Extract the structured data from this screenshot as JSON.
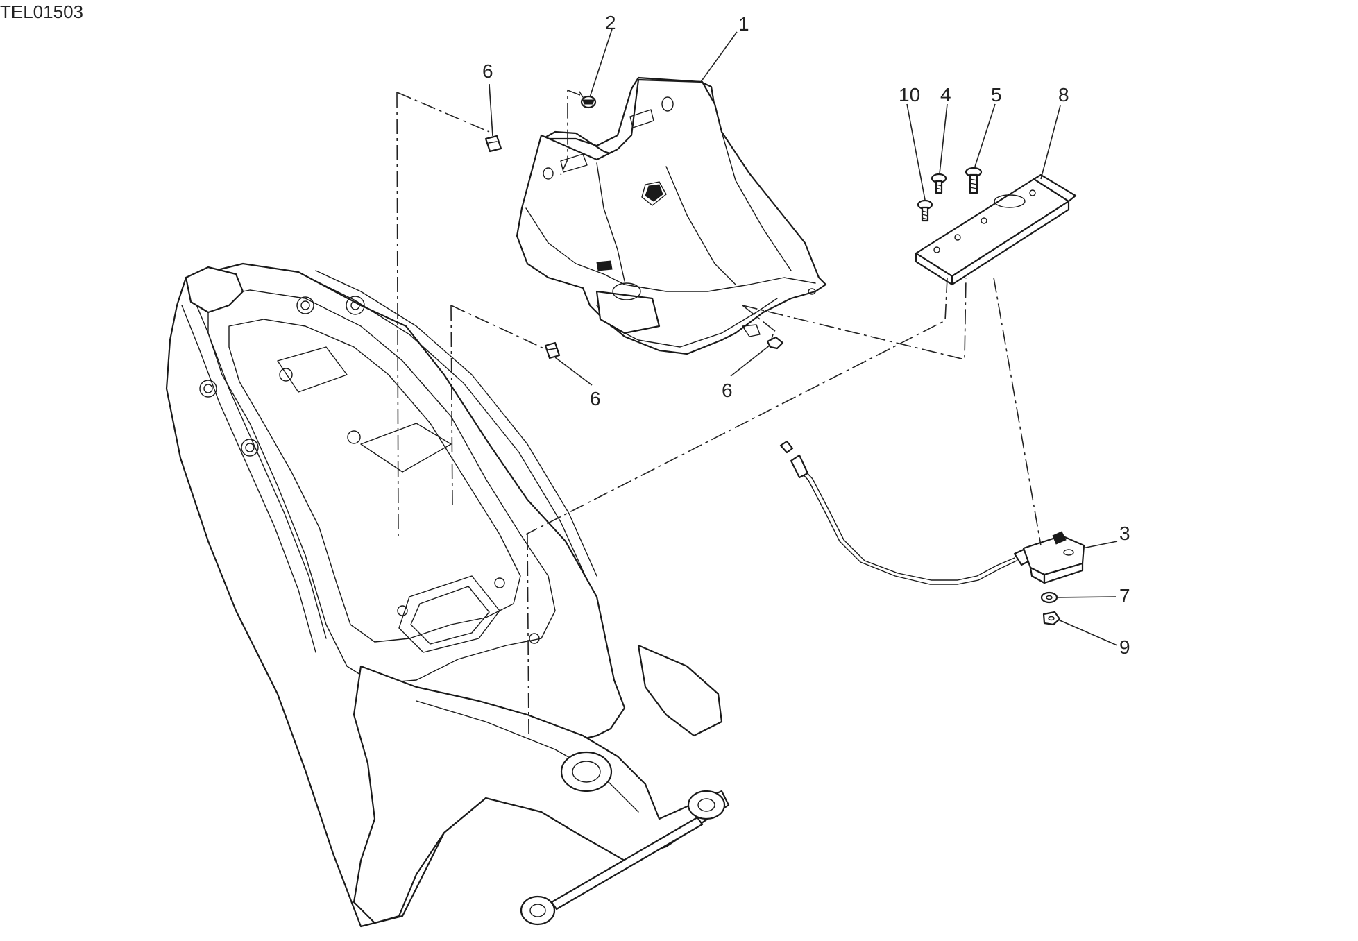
{
  "drawing_code": "TEL01503",
  "labels": {
    "p1": "1",
    "p2": "2",
    "p3": "3",
    "p4": "4",
    "p5": "5",
    "p6a": "6",
    "p6b": "6",
    "p6c": "6",
    "p7": "7",
    "p8": "8",
    "p9": "9",
    "p10": "10"
  }
}
